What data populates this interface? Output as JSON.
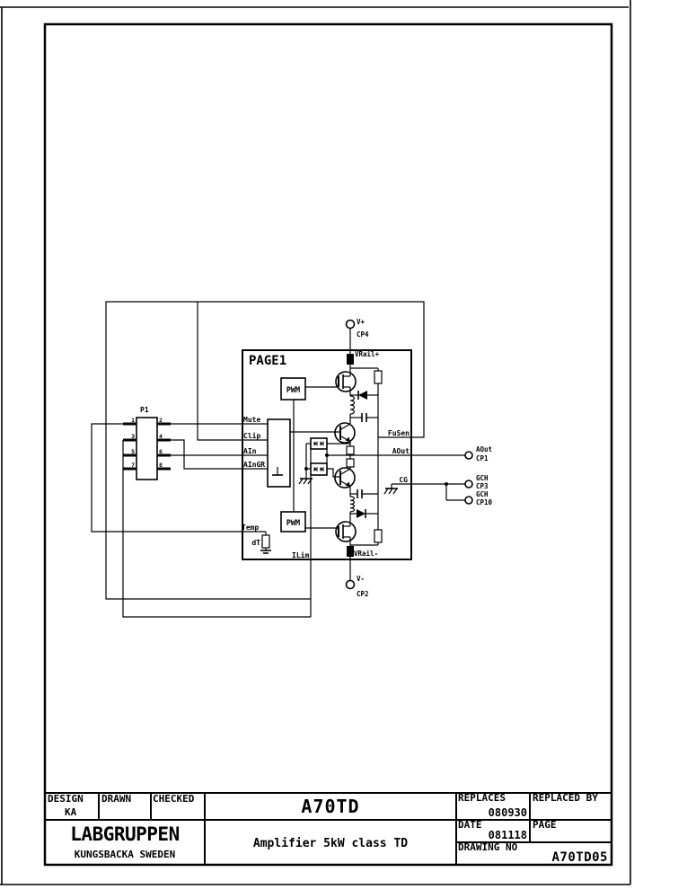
{
  "schematic": {
    "block_label": "PAGE1",
    "connector": {
      "label": "P1",
      "pins_left": [
        "1",
        "3",
        "5",
        "7"
      ],
      "pins_right": [
        "2",
        "4",
        "6",
        "8"
      ]
    },
    "pwm_upper": "PWM",
    "pwm_lower": "PWM",
    "signals": {
      "mute": "Mute",
      "clip": "Clip",
      "ain": "AIn",
      "aingr": "AInGR",
      "temp": "Temp",
      "dt": "dT",
      "ilim": "ILim",
      "fusen": "FuSen",
      "aout": "AOut",
      "cg": "CG",
      "vrail_plus": "VRail+",
      "vrail_minus": "VRail-"
    },
    "terminals": {
      "vplus": {
        "label": "V+",
        "cp": "CP4"
      },
      "vminus": {
        "label": "V-",
        "cp": "CP2"
      },
      "aout": {
        "label": "AOut",
        "cp": "CP1"
      },
      "gch_a": {
        "label": "GCH",
        "cp": "CP3"
      },
      "gch_b": {
        "label": "GCH",
        "cp": "CP10"
      }
    }
  },
  "title_block": {
    "design_label": "DESIGN",
    "design_value": "KA",
    "drawn_label": "DRAWN",
    "checked_label": "CHECKED",
    "title": "A70TD",
    "replaces_label": "REPLACES",
    "replaces_value": "080930",
    "replaced_by_label": "REPLACED BY",
    "company": "LABGRUPPEN",
    "company_location": "KUNGSBACKA SWEDEN",
    "description": "Amplifier 5kW class TD",
    "date_label": "DATE",
    "date_value": "081118",
    "page_label": "PAGE",
    "drawing_no_label": "DRAWING NO",
    "drawing_no_value": "A70TD05"
  }
}
